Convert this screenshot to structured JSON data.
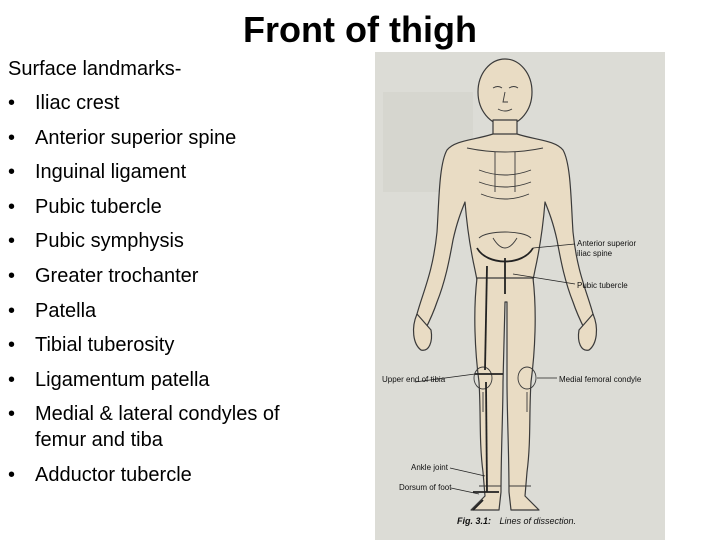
{
  "slide": {
    "title": "Front of thigh",
    "intro": "Surface landmarks-",
    "landmarks": [
      "Iliac crest",
      "Anterior superior spine",
      "Inguinal ligament",
      "Pubic tubercle",
      "Pubic symphysis",
      "Greater trochanter",
      "Patella",
      "Tibial tuberosity",
      "Ligamentum patella",
      "Medial & lateral condyles of femur and tiba",
      "Adductor tubercle"
    ]
  },
  "figure": {
    "labels": {
      "asis": "Anterior superior iliac spine",
      "pubic_tubercle": "Pubic tubercle",
      "upper_tibia": "Upper end of tibia",
      "medial_condyle": "Medial femoral condyle",
      "ankle": "Ankle joint",
      "dorsum": "Dorsum of foot"
    },
    "caption_prefix": "Fig. 3.1:",
    "caption_text": "Lines of dissection."
  },
  "colors": {
    "page_bg": "#ffffff",
    "figure_bg": "#dcdcd6",
    "body_fill": "#e9dcc4",
    "outline": "#3a3a3a"
  }
}
